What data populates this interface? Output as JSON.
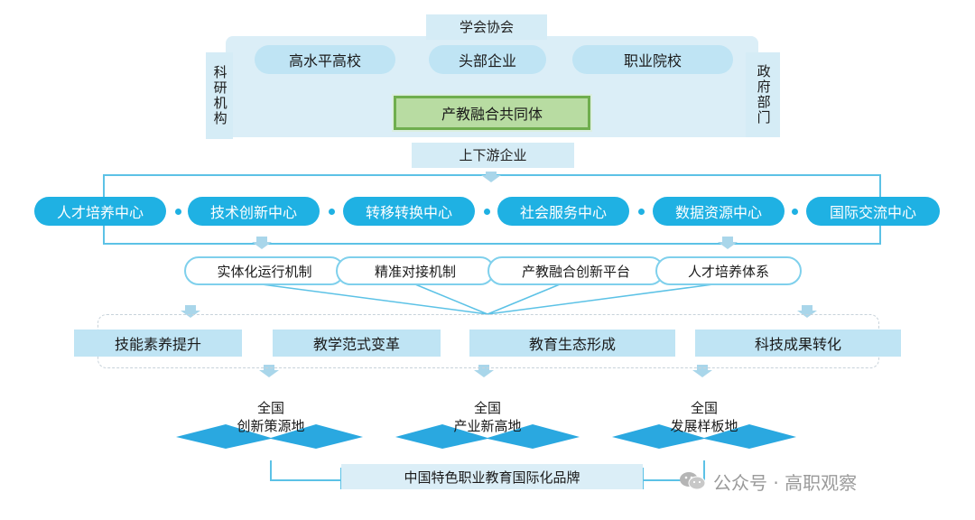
{
  "top": {
    "association": "学会协会",
    "research": "科研机构",
    "government": "政府部门",
    "universities": "高水平高校",
    "leading_enterprises": "头部企业",
    "vocational": "职业院校",
    "community": "产教融合共同体",
    "supply_chain": "上下游企业"
  },
  "centers": [
    "人才培养中心",
    "技术创新中心",
    "转移转换中心",
    "社会服务中心",
    "数据资源中心",
    "国际交流中心"
  ],
  "mechanisms": [
    "实体化运行机制",
    "精准对接机制",
    "产教融合创新平台",
    "人才培养体系"
  ],
  "outcomes": [
    "技能素养提升",
    "教学范式变革",
    "教育生态形成",
    "科技成果转化"
  ],
  "bottom": {
    "national": "全国",
    "goals": [
      "创新策源地",
      "产业新高地",
      "发展样板地"
    ],
    "brand": "中国特色职业教育国际化品牌"
  },
  "watermark": "公众号 · 高职观察",
  "colors": {
    "accent": "#1fb1e3",
    "light_blue": "#bfe4f4",
    "panel": "#dbeef7",
    "core_green": "#b8dca2"
  }
}
